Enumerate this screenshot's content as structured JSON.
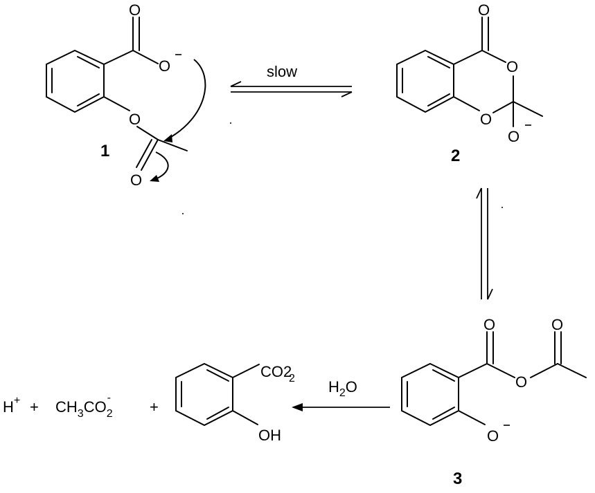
{
  "compounds": {
    "c1": {
      "label": "1"
    },
    "c2": {
      "label": "2"
    },
    "c3": {
      "label": "3"
    }
  },
  "atoms": {
    "O": "O",
    "OH": "OH",
    "CO": "CO",
    "C": "C",
    "H": "H",
    "H2O_H": "H",
    "H2O_sub": "2",
    "H2O_O": "O",
    "sub2": "2",
    "sub3": "3",
    "plus": "+",
    "minus": "-"
  },
  "arrows": {
    "equilibrium_1_2": {
      "condition": "slow"
    },
    "hydrolysis": {
      "condition_parts": [
        "H",
        "2",
        "O"
      ]
    }
  },
  "products": {
    "proton": "H",
    "acetate": "CH3CO2-",
    "salicylate_group": "CO2"
  }
}
